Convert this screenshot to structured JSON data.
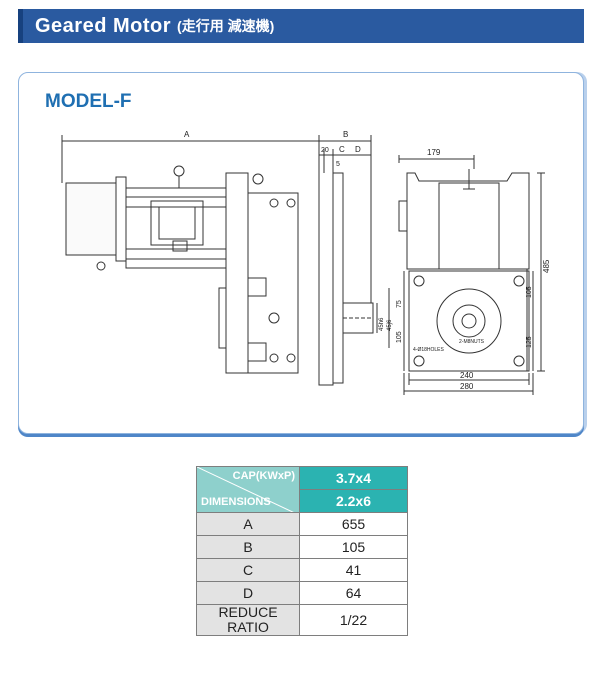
{
  "header": {
    "title": "Geared Motor",
    "subtitle": "(走行用 減速機)"
  },
  "panel": {
    "model": "MODEL-F"
  },
  "drawing": {
    "dims": {
      "A": "A",
      "B": "B",
      "C": "C",
      "D": "D",
      "d20": "20",
      "d5": "5",
      "d179": "179",
      "d485": "485",
      "d105a": "105",
      "d125": "125",
      "d75": "75",
      "d105b": "105",
      "d240": "240",
      "d280": "280",
      "shaft": "45h6",
      "shaft2": "45j6",
      "holes": "4-Ø18HOLES",
      "m": "2-M8NUTS"
    }
  },
  "table": {
    "corner_top": "CAP(KWxP)",
    "corner_bottom": "DIMENSIONS",
    "cap1": "3.7x4",
    "cap2": "2.2x6",
    "rows": [
      {
        "label": "A",
        "value": "655"
      },
      {
        "label": "B",
        "value": "105"
      },
      {
        "label": "C",
        "value": "41"
      },
      {
        "label": "D",
        "value": "64"
      }
    ],
    "reduce_label_1": "REDUCE",
    "reduce_label_2": "RATIO",
    "reduce_value": "1/22"
  }
}
